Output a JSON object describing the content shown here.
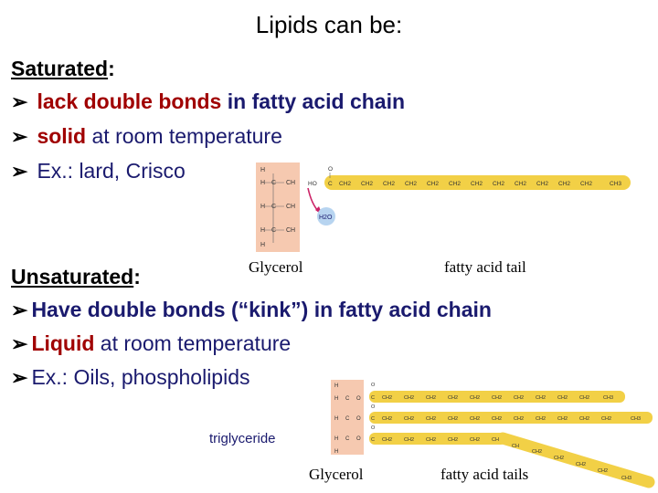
{
  "title": {
    "lipids": "Lipids",
    "rest": " can be:"
  },
  "saturated": {
    "header": "Saturated",
    "colon": ":",
    "bullets": [
      {
        "em": "lack double bonds",
        "rest": " in fatty acid chain"
      },
      {
        "em": "solid",
        "rest": " at room temperature"
      },
      {
        "em": "",
        "rest": "Ex.: lard, Crisco"
      }
    ]
  },
  "unsaturated": {
    "header": "Unsaturated",
    "colon": ":",
    "bullets": [
      {
        "em": "Have double bonds (“kink”) in fatty acid chain",
        "rest": ""
      },
      {
        "em": "Liquid",
        "rest": " at room temperature"
      },
      {
        "em": "",
        "rest": "Ex.: Oils, phospholipids"
      }
    ]
  },
  "labels": {
    "glycerol_top": "Glycerol",
    "fatty_acid_tail": "fatty acid tail",
    "triglyceride": "triglyceride",
    "glycerol_bottom": "Glycerol",
    "fatty_acid_tails": "fatty acid tails"
  },
  "diagram_text": {
    "h2o": "H2O",
    "ho": "HO",
    "ch3": "CH3",
    "ch2": "CH2",
    "ch": "CH",
    "h": "H",
    "c": "C",
    "o": "O",
    "oh": "OH"
  },
  "colors": {
    "glycerol_fill": "#f6c9b0",
    "tail_fill": "#f2d046",
    "accent_red": "#a00000",
    "arrow_pink": "#cc2266"
  }
}
